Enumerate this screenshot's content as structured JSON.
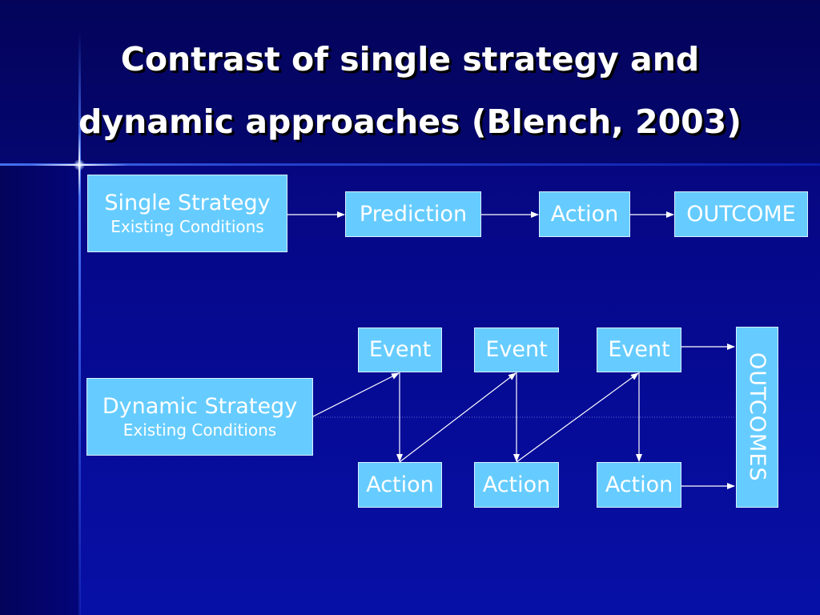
{
  "title": {
    "line1": "Contrast of single strategy and",
    "line2": "dynamic approaches (Blench, 2003)"
  },
  "single_flow": {
    "strategy": {
      "label": "Single Strategy",
      "sublabel": "Existing Conditions"
    },
    "prediction": "Prediction",
    "action": "Action",
    "outcome": "OUTCOME"
  },
  "dynamic_flow": {
    "strategy": {
      "label": "Dynamic Strategy",
      "sublabel": "Existing Conditions"
    },
    "events": [
      "Event",
      "Event",
      "Event"
    ],
    "actions": [
      "Action",
      "Action",
      "Action"
    ],
    "outcomes": "OUTCOMES"
  },
  "colors": {
    "background": "#06088a",
    "box_fill": "#66ccff",
    "box_text": "#ffffff",
    "arrow": "#ffffff"
  }
}
